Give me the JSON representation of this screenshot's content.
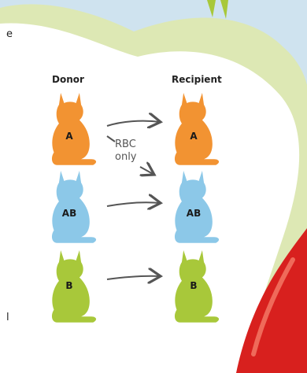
{
  "headers": {
    "donor": "Donor",
    "recipient": "Recipient"
  },
  "annotation": {
    "line1": "RBC",
    "line2": "only"
  },
  "rows": [
    {
      "donor_type": "A",
      "recipient_type": "A",
      "color": "#f29332"
    },
    {
      "donor_type": "AB",
      "recipient_type": "AB",
      "color": "#8cc8e8"
    },
    {
      "donor_type": "B",
      "recipient_type": "B",
      "color": "#a8c83a"
    }
  ],
  "edge_text": {
    "top_left": "e",
    "bottom_left": "l"
  },
  "colors": {
    "background": "#cfe3ef",
    "outer_blob": "#dde8b4",
    "inner_blob": "#ffffff",
    "red_shape": "#d8201e",
    "arrow": "#555555"
  }
}
